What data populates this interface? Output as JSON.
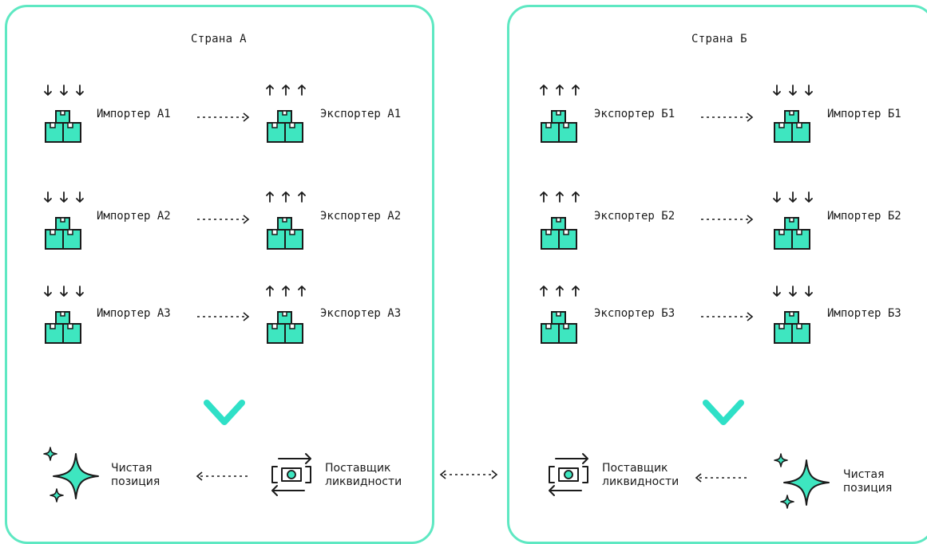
{
  "country_a": {
    "title": "Страна А",
    "rows": [
      {
        "left": "Импортер А1",
        "right": "Экспортер А1"
      },
      {
        "left": "Импортер А2",
        "right": "Экспортер А2"
      },
      {
        "left": "Импортер А3",
        "right": "Экспортер А3"
      }
    ],
    "net_position": [
      "Чистая",
      "позиция"
    ],
    "liquidity_provider": [
      "Поставщик",
      "ликвидности"
    ]
  },
  "country_b": {
    "title": "Страна Б",
    "rows": [
      {
        "left": "Экспортер Б1",
        "right": "Импортер Б1"
      },
      {
        "left": "Экспортер Б2",
        "right": "Импортер Б2"
      },
      {
        "left": "Экспортер Б3",
        "right": "Импортер Б3"
      }
    ],
    "liquidity_provider": [
      "Поставщик",
      "ликвидности"
    ],
    "net_position": [
      "Чистая",
      "позиция"
    ]
  },
  "colors": {
    "accent": "#5ee8c2",
    "box_fill": "#3ee6c0",
    "stroke": "#1b1b1b",
    "arrow_gradient_top": "#ffffff",
    "arrow_gradient_bottom": "#2fe0c7"
  },
  "icons": {
    "importer": "boxes-incoming-icon",
    "exporter": "boxes-outgoing-icon",
    "net_position": "sparkle-icon",
    "liquidity_provider": "exchange-icon"
  }
}
